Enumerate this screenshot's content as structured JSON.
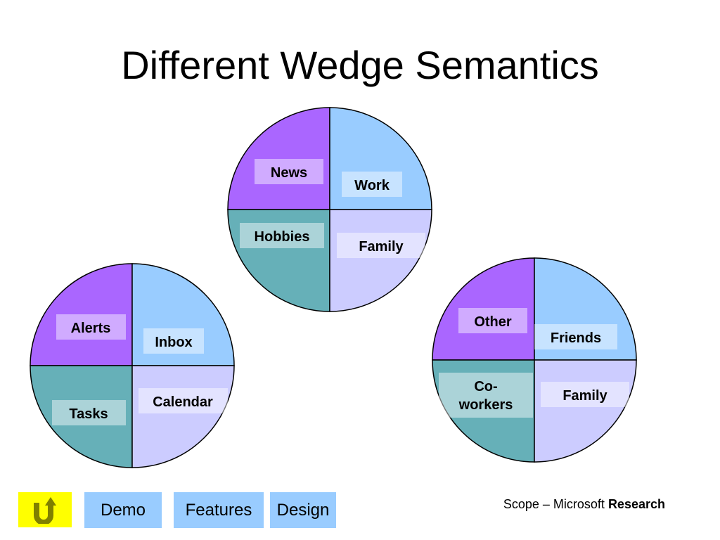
{
  "slide": {
    "title": "Different Wedge Semantics"
  },
  "pies": [
    {
      "name": "pie-top",
      "wedges": [
        {
          "label": "News",
          "color": "#aa66ff"
        },
        {
          "label": "Work",
          "color": "#99ccff"
        },
        {
          "label": "Hobbies",
          "color": "#66b0b8"
        },
        {
          "label": "Family",
          "color": "#ccccff"
        }
      ]
    },
    {
      "name": "pie-left",
      "wedges": [
        {
          "label": "Alerts",
          "color": "#aa66ff"
        },
        {
          "label": "Inbox",
          "color": "#99ccff"
        },
        {
          "label": "Tasks",
          "color": "#66b0b8"
        },
        {
          "label": "Calendar",
          "color": "#ccccff"
        }
      ]
    },
    {
      "name": "pie-right",
      "wedges": [
        {
          "label": "Other",
          "color": "#aa66ff"
        },
        {
          "label": "Friends",
          "color": "#99ccff"
        },
        {
          "label": "Co-workers",
          "label_lines": [
            "Co-",
            "workers"
          ],
          "color": "#66b0b8"
        },
        {
          "label": "Family",
          "color": "#ccccff"
        }
      ]
    }
  ],
  "nav": {
    "back_icon": "u-turn-arrow-icon",
    "back_color": "#ffff00",
    "buttons": [
      "Demo",
      "Features",
      "Design"
    ],
    "button_color": "#99ccff"
  },
  "footer": {
    "prefix": "Scope – Microsoft ",
    "bold": "Research"
  }
}
